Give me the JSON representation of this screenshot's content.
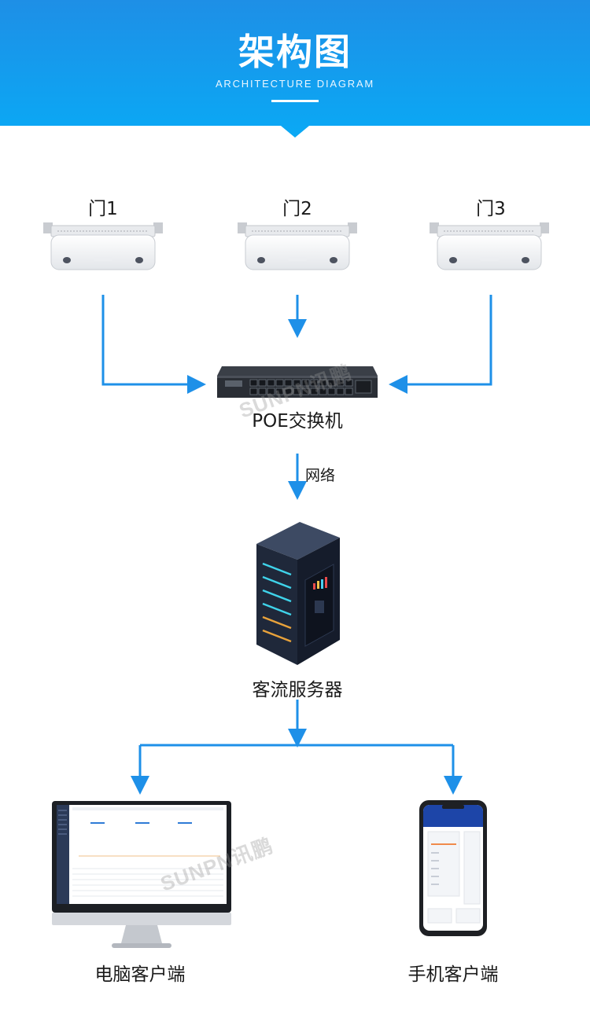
{
  "header": {
    "title": "架构图",
    "subtitle": "ARCHITECTURE DIAGRAM",
    "color_top": "#1e8fe6",
    "color_bottom": "#0aa9f5"
  },
  "nodes": {
    "door1": "门1",
    "door2": "门2",
    "door3": "门3",
    "switch": "POE交换机",
    "network": "网络",
    "server": "客流服务器",
    "pc_client": "电脑客户端",
    "mobile_client": "手机客户端"
  },
  "watermark": "SUNPN讯鹏",
  "colors": {
    "connector": "#1e90e8"
  }
}
